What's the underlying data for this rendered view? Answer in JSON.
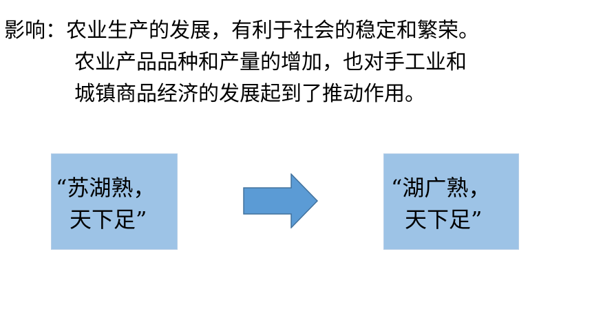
{
  "impact": {
    "label": "影响：",
    "line1": "农业生产的发展，有利于社会的稳定和繁荣。",
    "line2": "农业产品品种和产量的增加，也对手工业和",
    "line3": "城镇商品经济的发展起到了推动作用。"
  },
  "left_box": {
    "line1": "“苏湖熟，",
    "line2": "天下足”"
  },
  "right_box": {
    "line1": "“湖广熟，",
    "line2": "天下足”"
  },
  "colors": {
    "box_fill": "#9dc3e6",
    "arrow_fill": "#5b9bd5",
    "arrow_stroke": "#41719c"
  },
  "icons": {
    "arrow": "right-arrow-icon"
  }
}
